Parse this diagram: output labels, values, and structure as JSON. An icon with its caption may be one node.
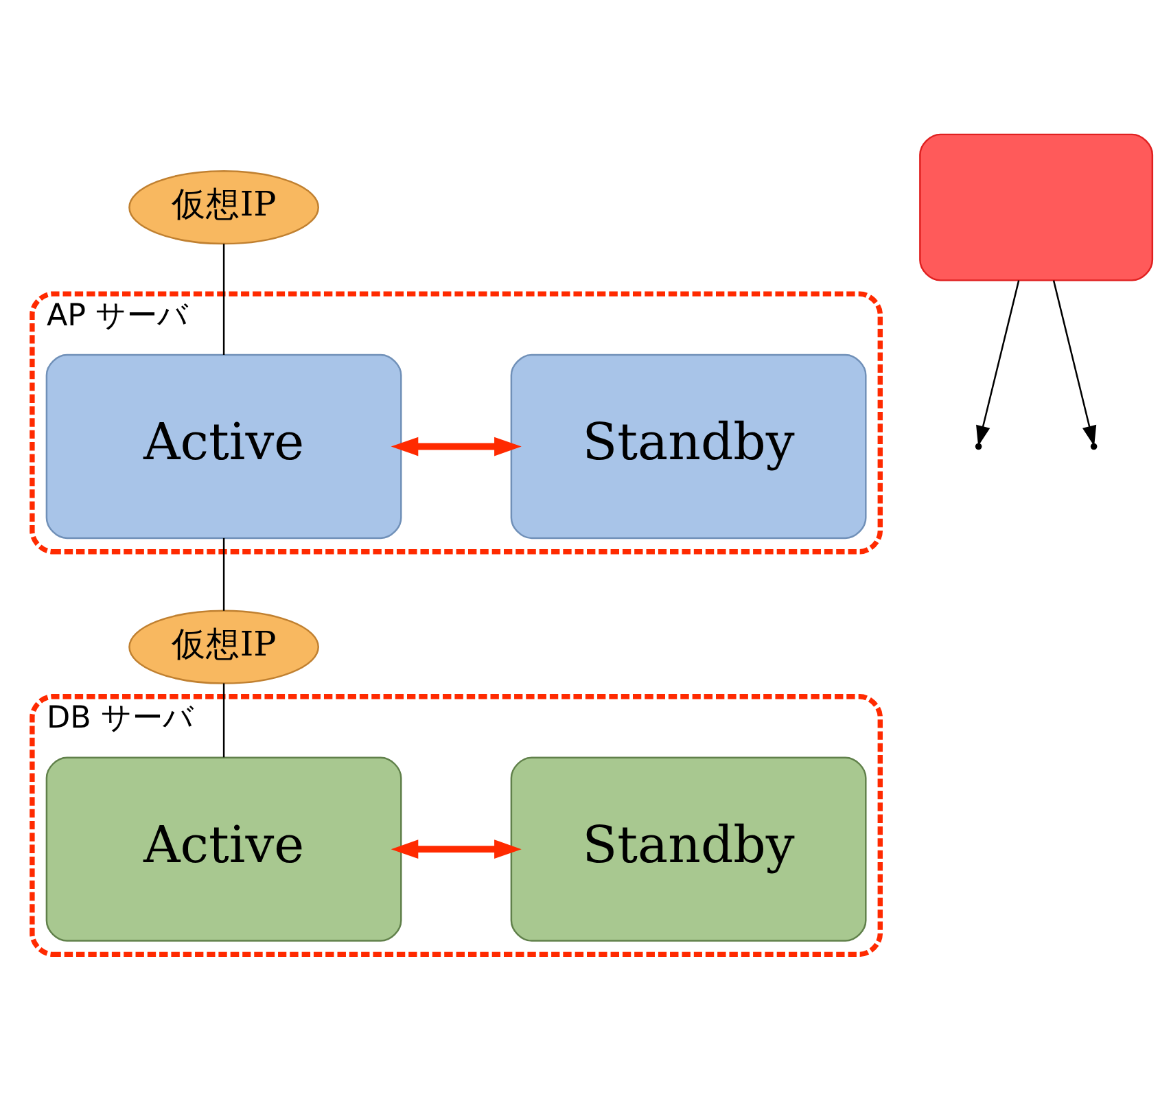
{
  "diagram": {
    "nodes": [
      {
        "text": [
          "仮想IP"
        ]
      },
      {
        "text": [
          "AP サーバ"
        ]
      },
      {
        "text": [
          "Active"
        ],
        "in": 1
      },
      {
        "text": [
          "Standby"
        ],
        "in": 1
      },
      {
        "text": [
          "仮想IP"
        ]
      },
      {
        "text": [],
        "shape": "box"
      },
      {
        "text": [
          "DB サーバ"
        ]
      },
      {
        "text": [
          "Active"
        ],
        "in": 6
      },
      {
        "text": [
          "Standby"
        ],
        "in": 6
      }
    ],
    "edges": [
      {
        "from": 0,
        "to": 2,
        "arrow": "none"
      },
      {
        "from": 2,
        "to": 3,
        "arrow": "both",
        "style": "thick",
        "color": "#ff2a00"
      },
      {
        "from": 5,
        "to": null,
        "arrow": "to"
      },
      {
        "from": 2,
        "to": 4,
        "arrow": "none"
      },
      {
        "from": 4,
        "to": 7,
        "arrow": "none"
      },
      {
        "from": 7,
        "to": 8,
        "arrow": "both",
        "style": "thick",
        "color": "#ff2a00"
      },
      {
        "from": 5,
        "to": null,
        "arrow": "to"
      }
    ]
  }
}
